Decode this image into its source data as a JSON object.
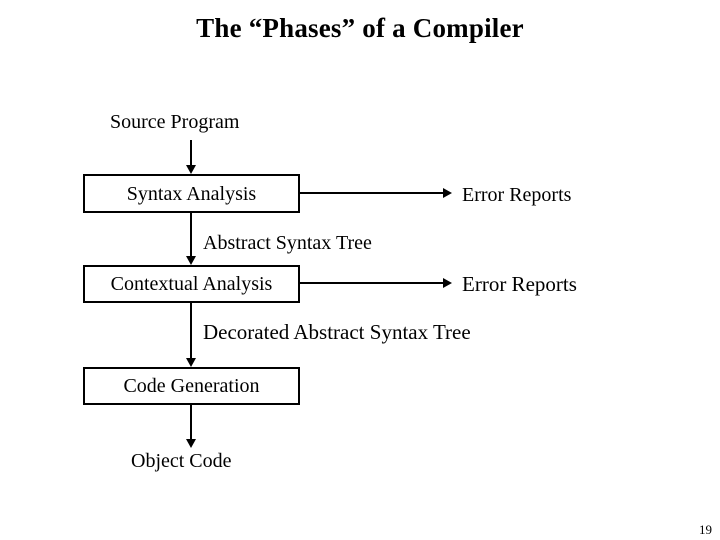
{
  "slide": {
    "title": "The “Phases” of a Compiler",
    "page_number": "19",
    "background_color": "#ffffff",
    "ink_color": "#000000"
  },
  "diagram": {
    "type": "flowchart",
    "orientation": "top-to-bottom",
    "inputs": [
      {
        "id": "source-program",
        "label": "Source Program"
      }
    ],
    "stages": [
      {
        "id": "syntax-analysis",
        "label": "Syntax Analysis"
      },
      {
        "id": "contextual-analysis",
        "label": "Contextual Analysis"
      },
      {
        "id": "code-generation",
        "label": "Code Generation"
      }
    ],
    "intermediate_labels": [
      {
        "id": "abstract-syntax-tree",
        "label": "Abstract Syntax Tree"
      },
      {
        "id": "decorated-abstract-syntax-tree",
        "label": "Decorated Abstract Syntax Tree"
      }
    ],
    "side_outputs": [
      {
        "id": "error-reports-syntax",
        "label": "Error Reports",
        "from": "syntax-analysis"
      },
      {
        "id": "error-reports-contextual",
        "label": "Error Reports",
        "from": "contextual-analysis"
      }
    ],
    "outputs": [
      {
        "id": "object-code",
        "label": "Object Code"
      }
    ]
  }
}
